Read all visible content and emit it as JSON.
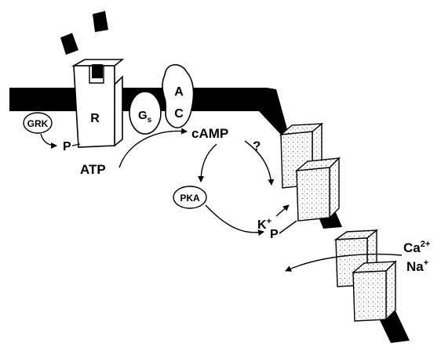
{
  "labels": {
    "receptor": "R",
    "g_protein_main": "G",
    "g_protein_sub": "s",
    "adenylyl_cyclase_a": "A",
    "adenylyl_cyclase_c": "C",
    "grk": "GRK",
    "phosphate_grk": "P",
    "atp": "ATP",
    "camp": "cAMP",
    "question": "?",
    "pka": "PKA",
    "potassium": "K",
    "potassium_charge": "+",
    "phosphate_channel": "P",
    "calcium": "Ca",
    "calcium_charge": "2+",
    "sodium": "Na",
    "sodium_charge": "+"
  }
}
